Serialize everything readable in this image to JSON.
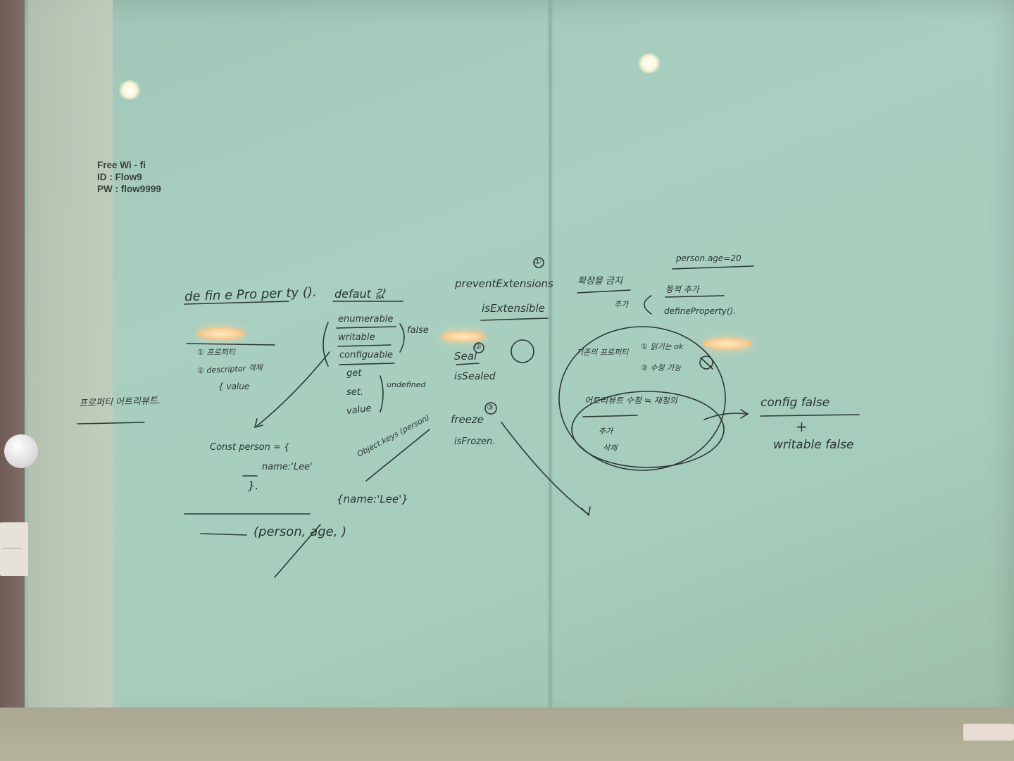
{
  "wifi_sticker": {
    "line1": "Free Wi - fi",
    "line2": "ID : Flow9",
    "line3": "PW : flow9999"
  },
  "notes": {
    "property_attribute": "프로퍼티 어트리뷰트.",
    "define_property": "de fin e Pro per ty ().",
    "define_args_1": "① 프로퍼티",
    "define_args_2": "② descriptor 객체",
    "define_args_value": "{ value",
    "default_title": "defaut 값",
    "default_enumerable": "enumerable",
    "default_writable": "writable",
    "default_configurable": "configuable",
    "default_false": "false",
    "default_get": "get",
    "default_set": "set.",
    "default_value": "value",
    "default_undefined": "undefined",
    "const_person": "Const   person = {",
    "name_lee": "name:'Lee'",
    "close_brace": "}.",
    "person_age_call": "(person, age, )",
    "object_keys": "Object.keys (person)",
    "name_lee_obj": "{name:'Lee'}",
    "prevent_extensions": "preventExtensions",
    "prevent_num": "①",
    "is_extensible": "isExtensible",
    "seal": "Seal",
    "seal_num": "②",
    "is_sealed": "isSealed",
    "freeze": "freeze",
    "freeze_num": "③",
    "is_frozen": "isFrozen.",
    "extension_block": "확장을 금지",
    "add": "추가",
    "person_age": "person.age=20",
    "dynamic_add": "동적 추가",
    "define_property_small": "defineProperty().",
    "existing_prop": "기존의 프로퍼티",
    "read_ok": "① 읽기는 ok",
    "modify_ok": "② 수정 가능",
    "attribute_modify": "어트리뷰트 수정 ≒ 재정의",
    "add2": "추가",
    "delete": "삭제",
    "configurable_false": "config   false",
    "plus": "+",
    "writable_false": "writable   false"
  }
}
